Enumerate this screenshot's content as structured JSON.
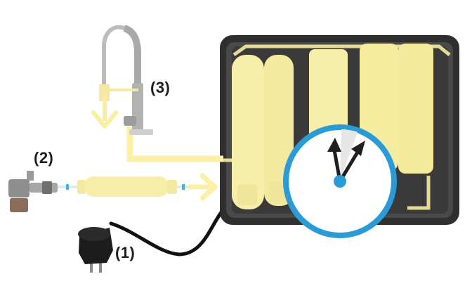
{
  "labels": {
    "power": "(1)",
    "supply": "(2)",
    "faucet": "(3)"
  },
  "icons": [
    "power-plug-icon",
    "valve-icon",
    "faucet-icon",
    "filter-cartridge-icon",
    "gauge-icon",
    "flow-arrow-icon"
  ],
  "colors": {
    "filter": "#f7eeaa",
    "flow": "#fbf0a4",
    "housing": "#2e2e2e",
    "gauge_ring": "#1f9ad6",
    "gauge_pointer": "#1f1f1f",
    "cable": "#111111",
    "chrome": "#b9b9b9"
  }
}
